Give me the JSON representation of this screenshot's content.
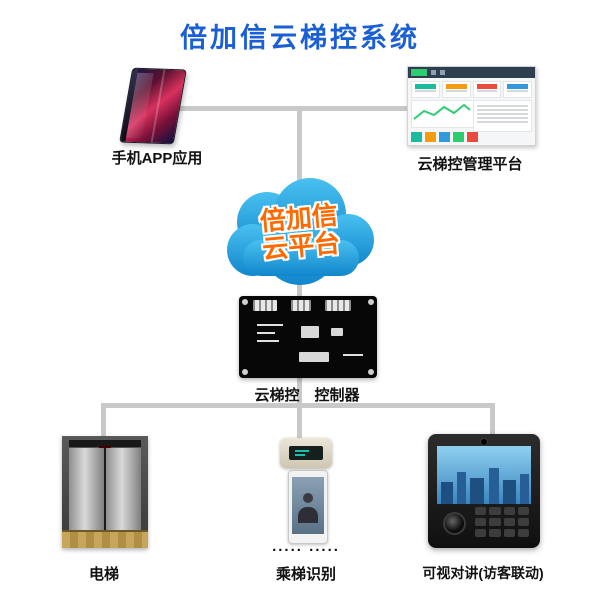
{
  "title": "倍加信云梯控系统",
  "cloud": {
    "line1": "倍加信",
    "line2": "云平台"
  },
  "nodes": {
    "phone": {
      "label": "手机APP应用"
    },
    "platform": {
      "label": "云梯控管理平台"
    },
    "controller": {
      "label": "云梯控　控制器"
    },
    "elevator": {
      "label": "电梯"
    },
    "recognition": {
      "label": "乘梯识别",
      "dots": "..... ....."
    },
    "intercom": {
      "label": "可视对讲(访客联动)"
    }
  },
  "colors": {
    "title_blue": "#1a5fd4",
    "cloud_blue": "#29abe2",
    "cloud_text_orange": "#ff6a00",
    "connector_gray": "#c9c9c9"
  },
  "icons": {
    "phone": "foldable-phone-photo",
    "platform": "dashboard-screenshot",
    "cloud": "cloud-shape",
    "controller": "circuit-board-photo",
    "elevator": "elevator-photo",
    "recognition": "face-recognition-terminal-photo",
    "intercom": "video-intercom-photo"
  }
}
